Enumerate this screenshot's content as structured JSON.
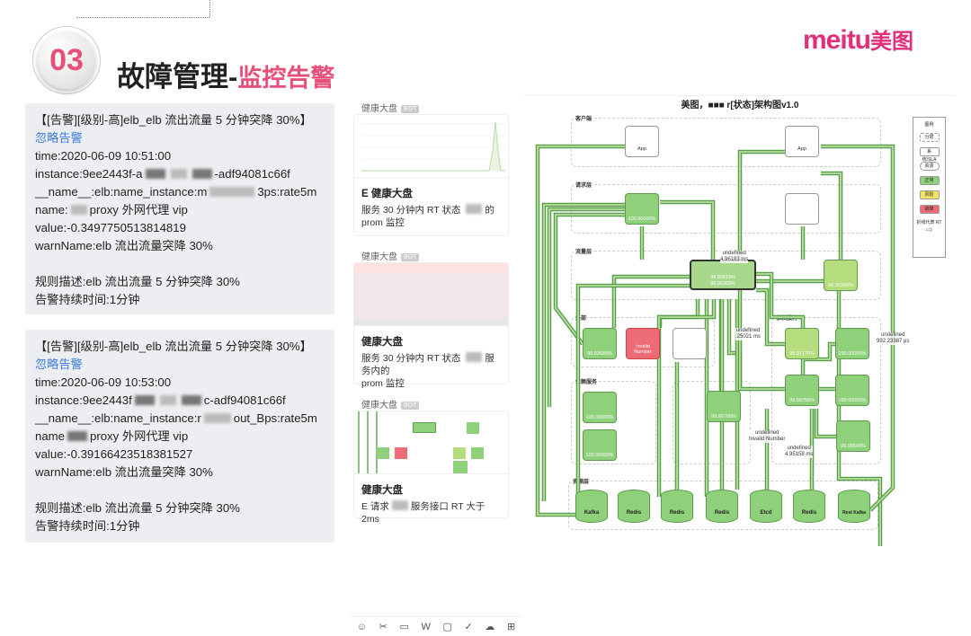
{
  "header": {
    "number": "03",
    "title_main": "故障管理-",
    "title_accent": "监控告警"
  },
  "logo": {
    "latin": "meitu",
    "cn": "美图"
  },
  "alerts": [
    {
      "heading": "【[告警][级别-高]elb_elb 流出流量 5 分钟突降 30%】",
      "ignore_link": "忽略告警",
      "time": "time:2020-06-09 10:51:00",
      "instance_a": "instance:9ee2443f-a",
      "instance_b": "-adf94081c66f",
      "name_a": "__name__:elb:name_instance:m",
      "name_b": "3ps:rate5m",
      "vip_a": "name:",
      "vip_b": "proxy 外网代理 vip",
      "value": "value:-0.3497750513814819",
      "warn": "warnName:elb 流出流量突降 30%",
      "rule": "规则描述:elb 流出流量 5 分钟突降 30%",
      "duration": "告警持续时间:1分钟"
    },
    {
      "heading": "【[告警][级别-高]elb_elb 流出流量 5 分钟突降 30%】",
      "ignore_link": "忽略告警",
      "time": "time:2020-06-09 10:53:00",
      "instance_a": "instance:9ee2443f",
      "instance_b": "c-adf94081c66f",
      "name_a": "__name__:elb:name_instance:r",
      "name_b": "out_Bps:rate5m",
      "vip_a": "name",
      "vip_b": "proxy 外网代理 vip",
      "value": "value:-0.39166423518381527",
      "warn": "warnName:elb 流出流量突降 30%",
      "rule": "规则描述:elb 流出流量 5 分钟突降 30%",
      "duration": "告警持续时间:1分钟"
    }
  ],
  "feed": {
    "bot": "BOT",
    "items": [
      {
        "sender": "健康大盘",
        "title": "E 健康大盘",
        "desc1": "服务 30 分钟内 RT 状态",
        "desc2": "的",
        "desc3": "prom 监控"
      },
      {
        "sender": "健康大盘",
        "title": "健康大盘",
        "desc1": "服务 30 分钟内 RT 状态",
        "desc2": "服务内的",
        "desc3": "prom 监控"
      },
      {
        "sender": "健康大盘",
        "title": "健康大盘",
        "desc1": "E 请求",
        "desc2": "服务接口 RT 大于 2ms",
        "desc3": ""
      }
    ],
    "toolbar": [
      "☺",
      "✂",
      "▭",
      "W",
      "▢",
      "✓",
      "☁",
      "⊞"
    ]
  },
  "diagram": {
    "title": "美图，■■■ r[状态]架构图v1.0",
    "groups": [
      "客户端",
      "请求层",
      "流量层",
      "外部",
      "依赖服务",
      "依赖服务",
      "资源层"
    ],
    "nodes": {
      "app1": "App",
      "app2": "App",
      "req1": "100.00000%",
      "big1": "99.90519%",
      "big2": "99.96302%",
      "ip": "96.16260%",
      "ext1": "99.93685%",
      "ext2": "Invalid Number",
      "dep1": "100.00000%",
      "dep2": "100.00000%",
      "mid": "99.99700%",
      "r1": "99.97170%",
      "r2": "100.00000%",
      "r3": "99.99756%",
      "r4": "100.00000%",
      "r5": "99.99549%"
    },
    "resources": [
      "Kafka",
      "Redis",
      "Redis",
      "Redis",
      "Etcd",
      "Redis",
      "Rest Kafka"
    ],
    "annotations": [
      "undefined\n4.96183 ms",
      "undefined\n.25021 ms",
      "undefined\n992.23387 μs",
      "undefined\nInvalid Number",
      "undefined\n4.95158 ms"
    ],
    "legend": {
      "title": "图例",
      "items": [
        "分层",
        "系统/SLA",
        "资源",
        "正常",
        "风险",
        "故障"
      ],
      "arrow": "折线代表 RT"
    },
    "colors": {
      "normal": "#8fd07a",
      "risk": "#f2e36b",
      "fault": "#ee6b78",
      "pipe": "#5a9e4e"
    }
  }
}
